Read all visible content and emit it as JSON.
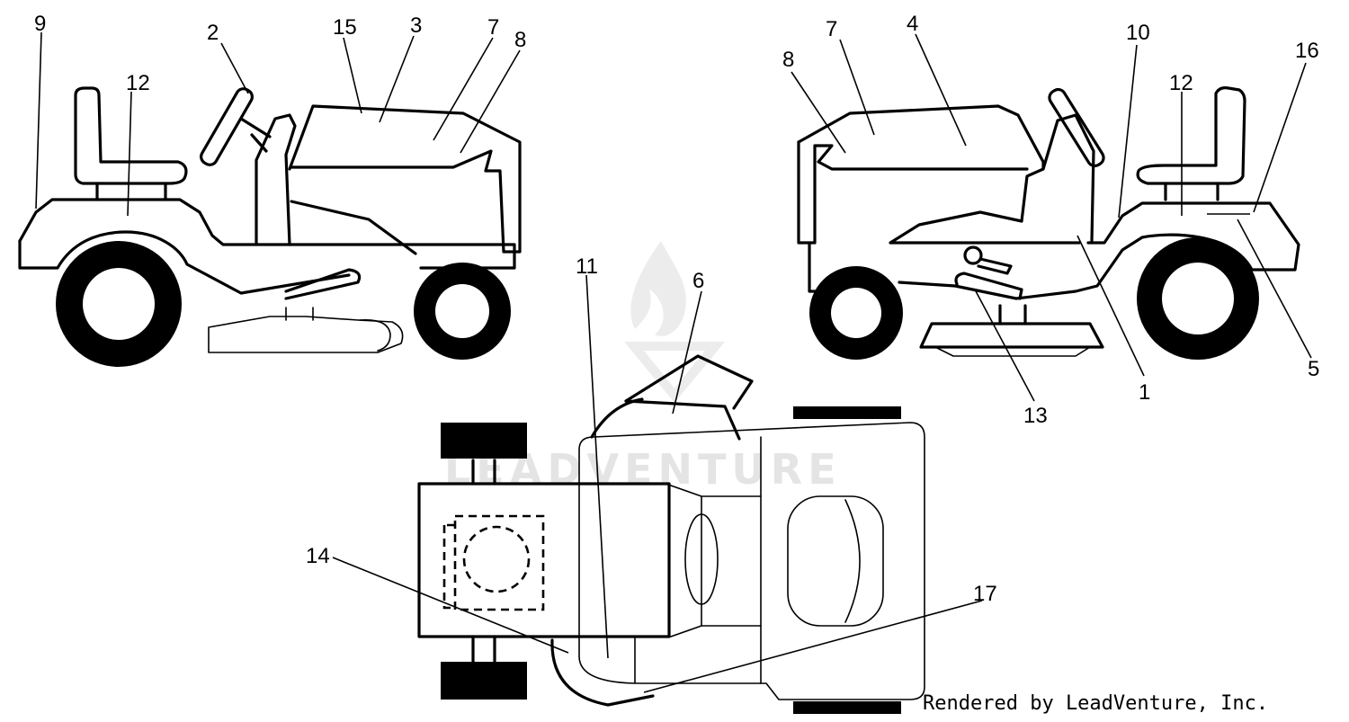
{
  "watermark": {
    "text": "LEADVENTURE"
  },
  "credit": "Rendered by LeadVenture, Inc.",
  "callouts": {
    "c1": "1",
    "c2": "2",
    "c3": "3",
    "c4": "4",
    "c5": "5",
    "c6": "6",
    "c7": "7",
    "c8": "8",
    "c9": "9",
    "c10": "10",
    "c11": "11",
    "c12": "12",
    "c13": "13",
    "c14": "14",
    "c15": "15",
    "c16": "16",
    "c17": "17",
    "c7r": "7",
    "c8r": "8",
    "c12r": "12"
  }
}
